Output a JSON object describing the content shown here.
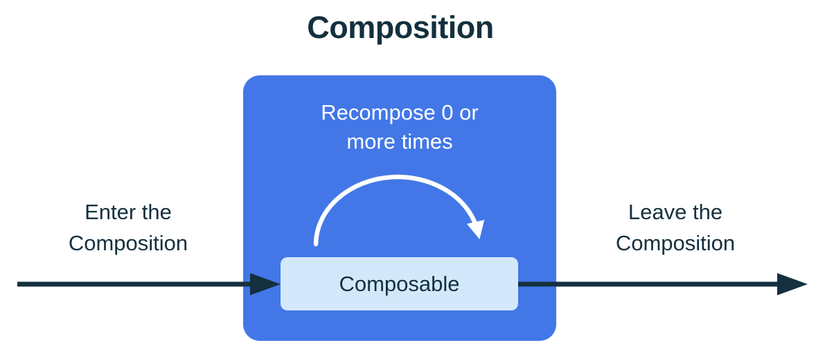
{
  "title": "Composition",
  "composition_box": {
    "recompose_label": "Recompose 0 or more times",
    "composable_label": "Composable"
  },
  "flow": {
    "enter_label": "Enter the Composition",
    "leave_label": "Leave the Composition"
  },
  "icons": {
    "enter_arrow": "right-arrow",
    "leave_arrow": "right-arrow",
    "recompose_arrow": "curved-loop-arrow"
  },
  "colors": {
    "container_blue": "#4377E8",
    "composable_bg": "#D3E9FB",
    "ink_navy": "#14303E",
    "arrow_white": "#FFFFFF"
  }
}
